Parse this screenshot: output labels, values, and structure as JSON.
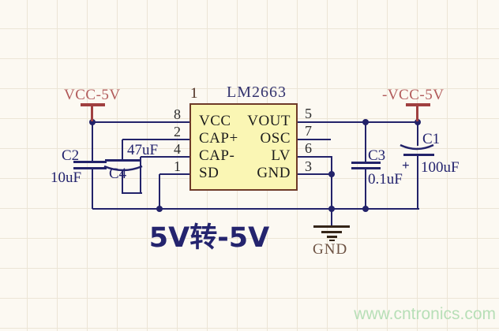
{
  "header": {
    "designator": "1",
    "part": "LM2663"
  },
  "ic": {
    "left_pins": [
      {
        "num": "8",
        "name": "VCC"
      },
      {
        "num": "2",
        "name": "CAP+"
      },
      {
        "num": "4",
        "name": "CAP-"
      },
      {
        "num": "1",
        "name": "SD"
      }
    ],
    "right_pins": [
      {
        "num": "5",
        "name": "VOUT"
      },
      {
        "num": "7",
        "name": "OSC"
      },
      {
        "num": "6",
        "name": "LV"
      },
      {
        "num": "3",
        "name": "GND"
      }
    ]
  },
  "power": {
    "vcc": "VCC-5V",
    "neg_vcc": "-VCC-5V",
    "gnd": "GND"
  },
  "caps": {
    "c2": {
      "ref": "C2",
      "val": "10uF"
    },
    "c4": {
      "ref": "C4",
      "val": "47uF"
    },
    "c3": {
      "ref": "C3",
      "val": "0.1uF"
    },
    "c1": {
      "ref": "C1",
      "val": "100uF",
      "plus": "+"
    }
  },
  "caption": "5V转-5V",
  "watermark": "www.cntronics.com",
  "colors": {
    "wire": "#23236a",
    "power_red": "#a04040",
    "ic_fill": "#faf6b4",
    "ic_border": "#6e3a28",
    "caption_blue": "#24246e",
    "watermark_green": "#b7dfb7"
  }
}
